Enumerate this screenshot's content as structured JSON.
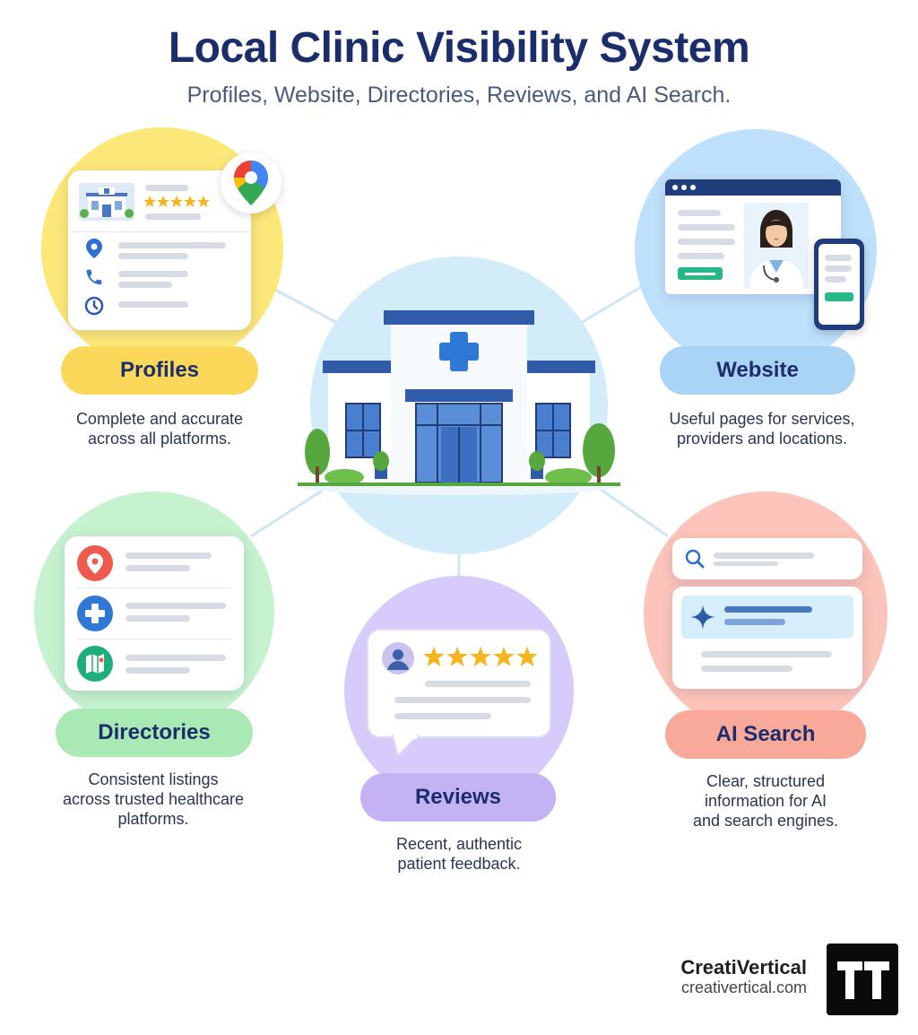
{
  "header": {
    "title": "Local Clinic Visibility System",
    "subtitle": "Profiles, Website, Directories, Reviews, and AI Search."
  },
  "nodes": {
    "profiles": {
      "label": "Profiles",
      "description_lines": [
        "Complete and accurate",
        "across all platforms."
      ],
      "color": "#fce779"
    },
    "website": {
      "label": "Website",
      "description_lines": [
        "Useful pages for services,",
        "providers and locations."
      ],
      "color": "#bfe0fb"
    },
    "directories": {
      "label": "Directories",
      "description_lines": [
        "Consistent listings",
        "across trusted healthcare",
        "platforms."
      ],
      "color": "#c6f2cf"
    },
    "reviews": {
      "label": "Reviews",
      "description_lines": [
        "Recent, authentic",
        "patient feedback."
      ],
      "color": "#d6cbfb"
    },
    "ai_search": {
      "label": "AI Search",
      "description_lines": [
        "Clear, structured",
        "information for AI",
        "and search engines."
      ],
      "color": "#fcc4ba"
    }
  },
  "center": {
    "icon": "clinic-building-icon"
  },
  "icons": {
    "profiles": [
      "clinic-photo-icon",
      "star-rating-icon",
      "google-maps-pin-icon",
      "location-pin-icon",
      "phone-icon",
      "clock-icon"
    ],
    "website": [
      "browser-window-icon",
      "doctor-avatar-icon",
      "mobile-phone-icon"
    ],
    "directories": [
      "location-pin-icon",
      "medical-cross-icon",
      "map-icon"
    ],
    "reviews": [
      "user-avatar-icon",
      "star-rating-icon"
    ],
    "ai_search": [
      "search-icon",
      "ai-sparkle-icon"
    ]
  },
  "stars": {
    "profiles": 5,
    "reviews": 5
  },
  "brand": {
    "name": "CreatiVertical",
    "url": "creativertical.com",
    "logo_icon": "creativertical-logo-icon"
  }
}
